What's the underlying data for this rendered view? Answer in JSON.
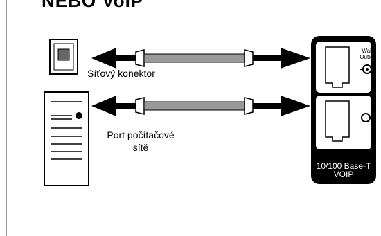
{
  "title": "NEBO VoIP",
  "labels": {
    "network_connector": "Síťový konektor",
    "port_line1": "Port počítačové",
    "port_line2": "sítě"
  },
  "module": {
    "name_line1": "10/100 Base-T",
    "name_line2": "VOIP",
    "wall_outlet_line1": "Wall",
    "wall_outlet_line2": "Outlet"
  },
  "colors": {
    "module_fill": "#000000",
    "cable_fill": "#999999"
  }
}
